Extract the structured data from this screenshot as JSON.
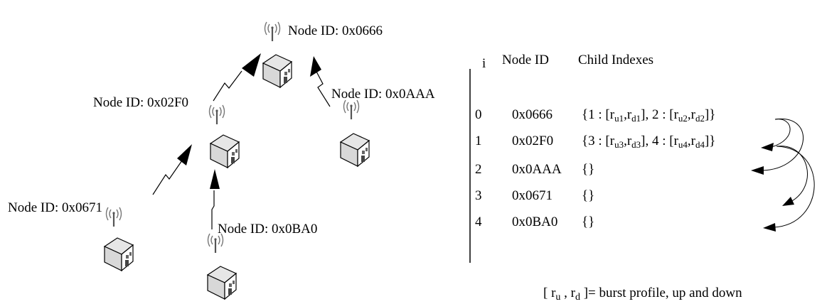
{
  "nodes": [
    {
      "label": "Node ID: 0x0666"
    },
    {
      "label": "Node ID: 0x02F0"
    },
    {
      "label": "Node ID: 0x0AAA"
    },
    {
      "label": "Node ID: 0x0671"
    },
    {
      "label": "Node ID: 0x0BA0"
    }
  ],
  "table": {
    "headers": {
      "i": "i",
      "node_id": "Node ID",
      "child": "Child Indexes"
    },
    "rows": [
      {
        "i": "0",
        "node_id": "0x0666",
        "child": "{1 : [r<sub>u1</sub>,r<sub>d1</sub>], 2 : [r<sub>u2</sub>,r<sub>d2</sub>]}"
      },
      {
        "i": "1",
        "node_id": "0x02F0",
        "child": "{3 : [r<sub>u3</sub>,r<sub>d3</sub>], 4 : [r<sub>u4</sub>,r<sub>d4</sub>]}"
      },
      {
        "i": "2",
        "node_id": "0x0AAA",
        "child": "{}"
      },
      {
        "i": "3",
        "node_id": "0x0671",
        "child": "{}"
      },
      {
        "i": "4",
        "node_id": "0x0BA0",
        "child": "{}"
      }
    ]
  },
  "note": "[ r<sub>u</sub> , r<sub>d</sub> ]= burst profile, up and down",
  "icons": [
    "house-icon",
    "antenna-icon",
    "lightning-arrow-icon",
    "curved-arrow-icon"
  ]
}
